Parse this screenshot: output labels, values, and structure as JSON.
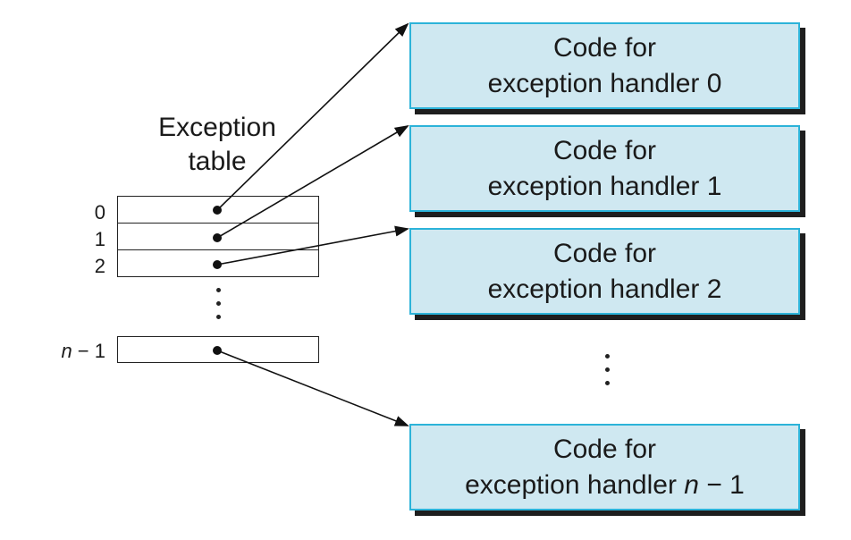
{
  "table": {
    "title_line1": "Exception",
    "title_line2": "table",
    "indices": [
      "0",
      "1",
      "2"
    ],
    "last_index_var": "n",
    "last_index_suffix": " − 1"
  },
  "handlers": [
    {
      "line1": "Code for",
      "line2": "exception handler 0"
    },
    {
      "line1": "Code for",
      "line2": "exception handler 1"
    },
    {
      "line1": "Code for",
      "line2": "exception handler 2"
    },
    {
      "line1": "Code for",
      "line2_prefix": "exception handler ",
      "line2_var": "n",
      "line2_suffix": " − 1"
    }
  ],
  "colors": {
    "handler_fill": "#cfe8f1",
    "handler_border": "#2cb3d9",
    "shadow": "#1e1e1e",
    "line": "#111111"
  }
}
